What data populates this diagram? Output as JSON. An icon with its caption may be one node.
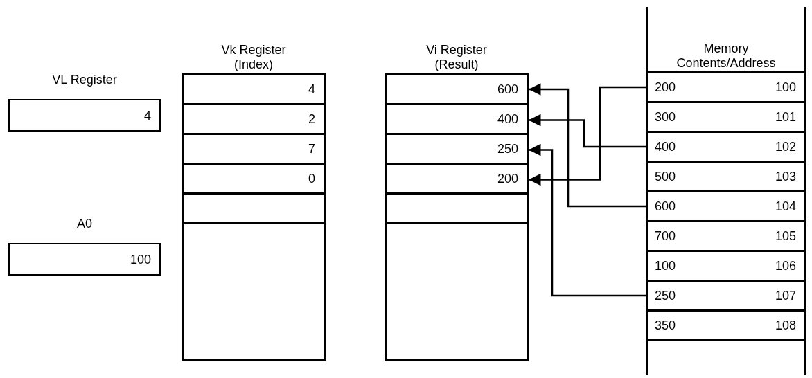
{
  "diagram": {
    "nodes": [
      {
        "text": [
          "VL Register",
          "4"
        ]
      },
      {
        "text": [
          "A0",
          "100"
        ]
      },
      {
        "text": [
          "Vk Register (Index)"
        ]
      },
      {
        "text": [
          "4"
        ],
        "in": 2
      },
      {
        "text": [
          "2"
        ],
        "in": 2
      },
      {
        "text": [
          "7"
        ],
        "in": 2
      },
      {
        "text": [
          "0"
        ],
        "in": 2
      },
      {
        "text": [],
        "shape": "box",
        "in": 2
      },
      {
        "text": [
          "Vi Register (Result)"
        ]
      },
      {
        "text": [
          "600"
        ],
        "in": 8
      },
      {
        "text": [
          "400"
        ],
        "in": 8
      },
      {
        "text": [
          "250"
        ],
        "in": 8
      },
      {
        "text": [
          "200"
        ],
        "in": 8
      },
      {
        "text": [],
        "shape": "box",
        "in": 8
      },
      {
        "text": [
          "Memory Contents/Address"
        ]
      },
      {
        "text": [
          "200",
          "100"
        ],
        "in": 14
      },
      {
        "text": [
          "300",
          "101"
        ],
        "in": 14
      },
      {
        "text": [
          "400",
          "102"
        ],
        "in": 14
      },
      {
        "text": [
          "500",
          "103"
        ],
        "in": 14
      },
      {
        "text": [
          "600",
          "104"
        ],
        "in": 14
      },
      {
        "text": [
          "700",
          "105"
        ],
        "in": 14
      },
      {
        "text": [
          "100",
          "106"
        ],
        "in": 14
      },
      {
        "text": [
          "250",
          "107"
        ],
        "in": 14
      },
      {
        "text": [
          "350",
          "108"
        ],
        "in": 14
      }
    ],
    "edges": [
      {
        "from": 19,
        "to": 9,
        "arrow": "to"
      },
      {
        "from": 17,
        "to": 10,
        "arrow": "to"
      },
      {
        "from": 22,
        "to": 11,
        "arrow": "to"
      },
      {
        "from": 15,
        "to": 12,
        "arrow": "to"
      }
    ]
  }
}
